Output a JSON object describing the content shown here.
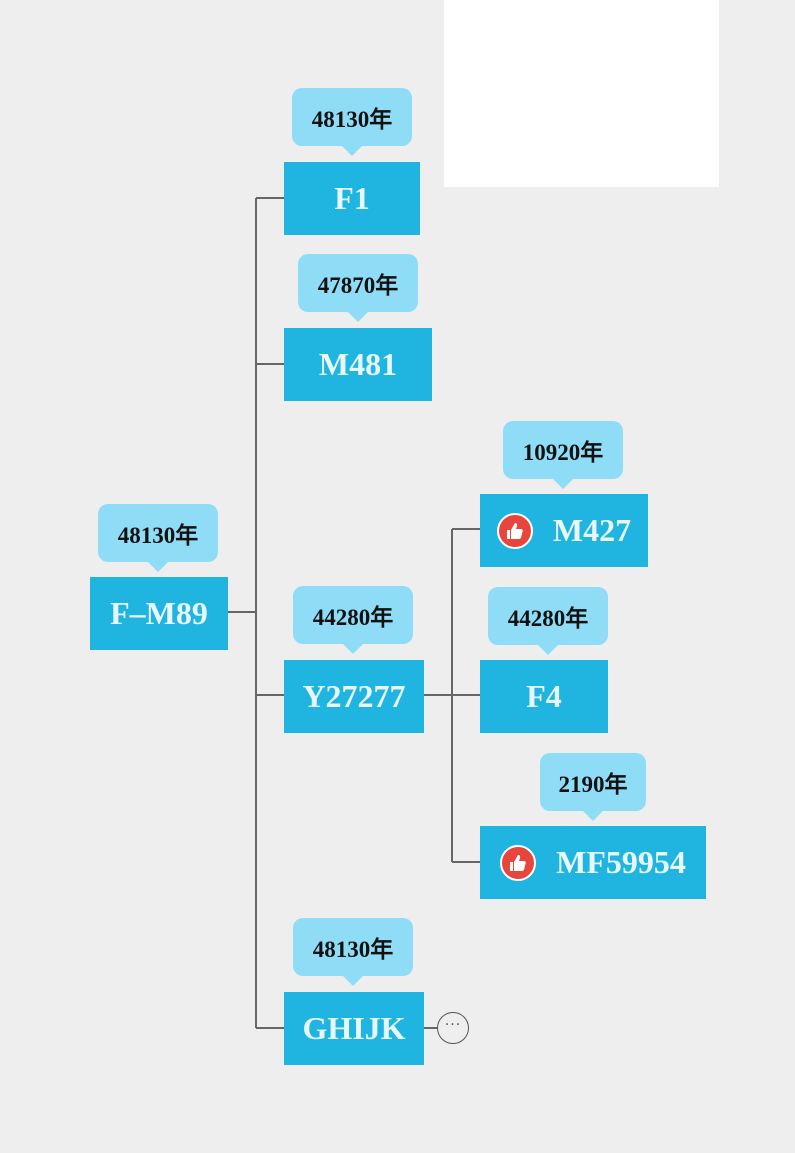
{
  "root": {
    "label": "F–M89",
    "years": "48130年"
  },
  "level1": [
    {
      "label": "F1",
      "years": "48130年"
    },
    {
      "label": "M481",
      "years": "47870年"
    },
    {
      "label": "Y27277",
      "years": "44280年"
    },
    {
      "label": "GHIJK",
      "years": "48130年"
    }
  ],
  "level2": [
    {
      "label": "M427",
      "years": "10920年",
      "icon": "thumbs-up-icon"
    },
    {
      "label": "F4",
      "years": "44280年"
    },
    {
      "label": "MF59954",
      "years": "2190年",
      "icon": "thumbs-up-icon"
    }
  ],
  "colors": {
    "node": "#1fb5e0",
    "bubble": "#8fdcf7",
    "connector": "#666666",
    "thumb": "#e8453c",
    "background": "#eeeeee"
  }
}
